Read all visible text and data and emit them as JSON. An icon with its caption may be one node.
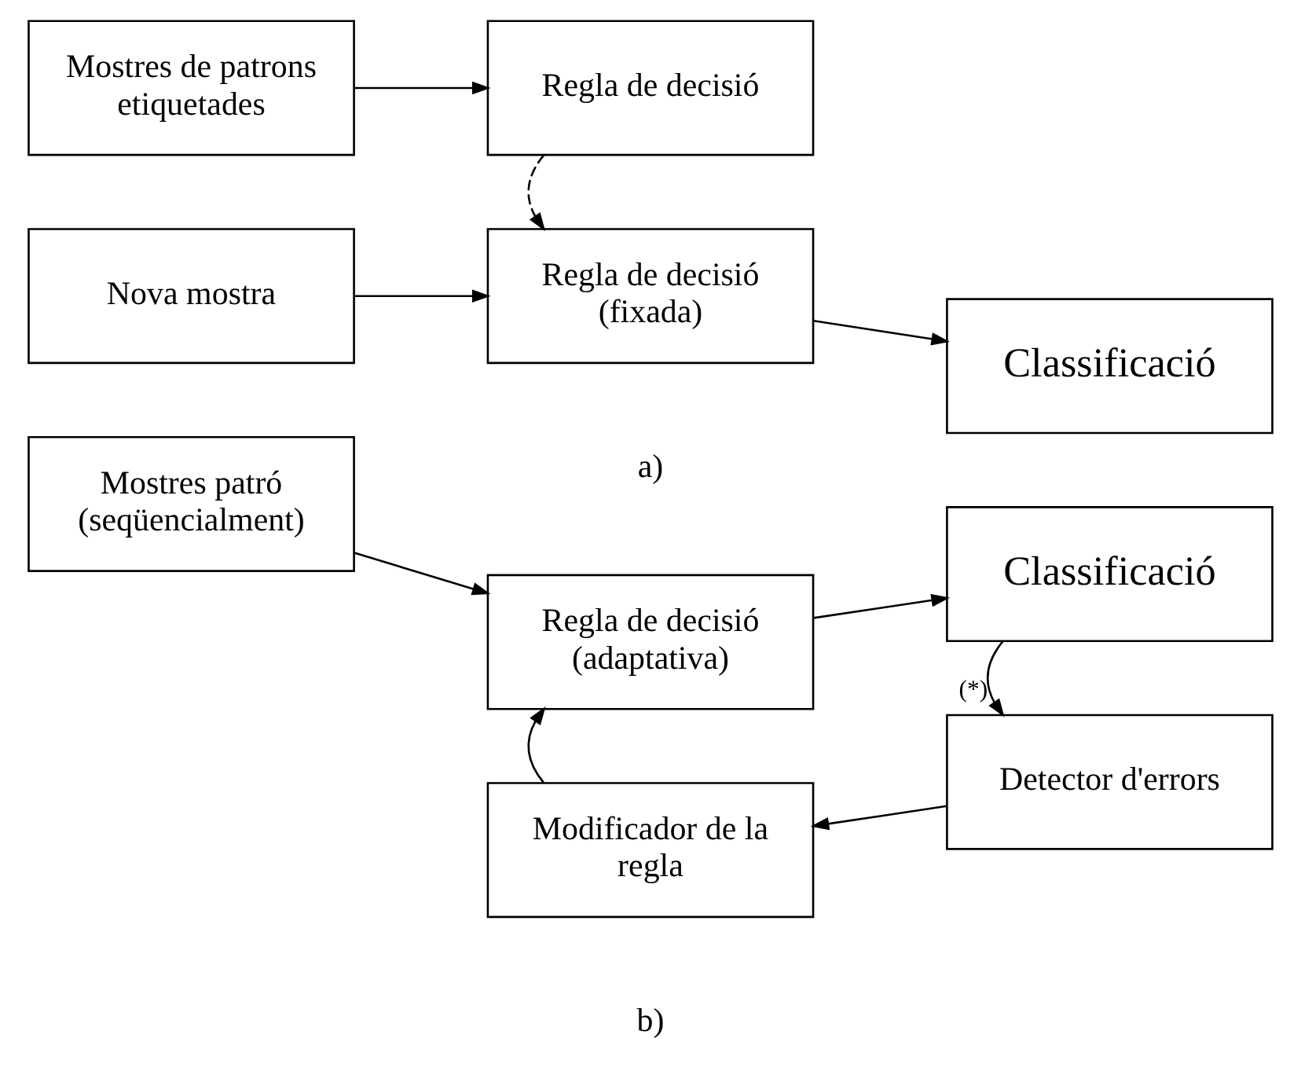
{
  "diagram": {
    "nodes": [
      {
        "text": [
          "Mostres de patrons etiquetades"
        ]
      },
      {
        "text": [
          "Regla de decisió"
        ]
      },
      {
        "text": [
          "Nova mostra"
        ]
      },
      {
        "text": [
          "Regla de decisió (fixada)"
        ]
      },
      {
        "text": [
          "Classificació"
        ]
      },
      {
        "text": [
          "Mostres patró (seqüencialment)"
        ]
      },
      {
        "text": [
          "Regla de decisió (adaptativa)"
        ]
      },
      {
        "text": [
          "Classificació"
        ]
      },
      {
        "text": [
          "Modificador de la regla"
        ]
      },
      {
        "text": [
          "Detector d'errors"
        ]
      }
    ],
    "edges": [
      {
        "from": 0,
        "to": 1,
        "arrow": "to"
      },
      {
        "from": 1,
        "to": 3,
        "arrow": "to",
        "style": "dashed"
      },
      {
        "from": 2,
        "to": 3,
        "arrow": "to"
      },
      {
        "from": 3,
        "to": 4,
        "arrow": "to"
      },
      {
        "from": 5,
        "to": 6,
        "arrow": "to"
      },
      {
        "from": 6,
        "to": 7,
        "arrow": "to"
      },
      {
        "from": 7,
        "to": 9,
        "arrow": "to",
        "label": "(*)"
      },
      {
        "from": 9,
        "to": 8,
        "arrow": "to"
      },
      {
        "from": 8,
        "to": 6,
        "arrow": "to"
      }
    ],
    "labels": [
      "a)",
      "b)"
    ]
  }
}
